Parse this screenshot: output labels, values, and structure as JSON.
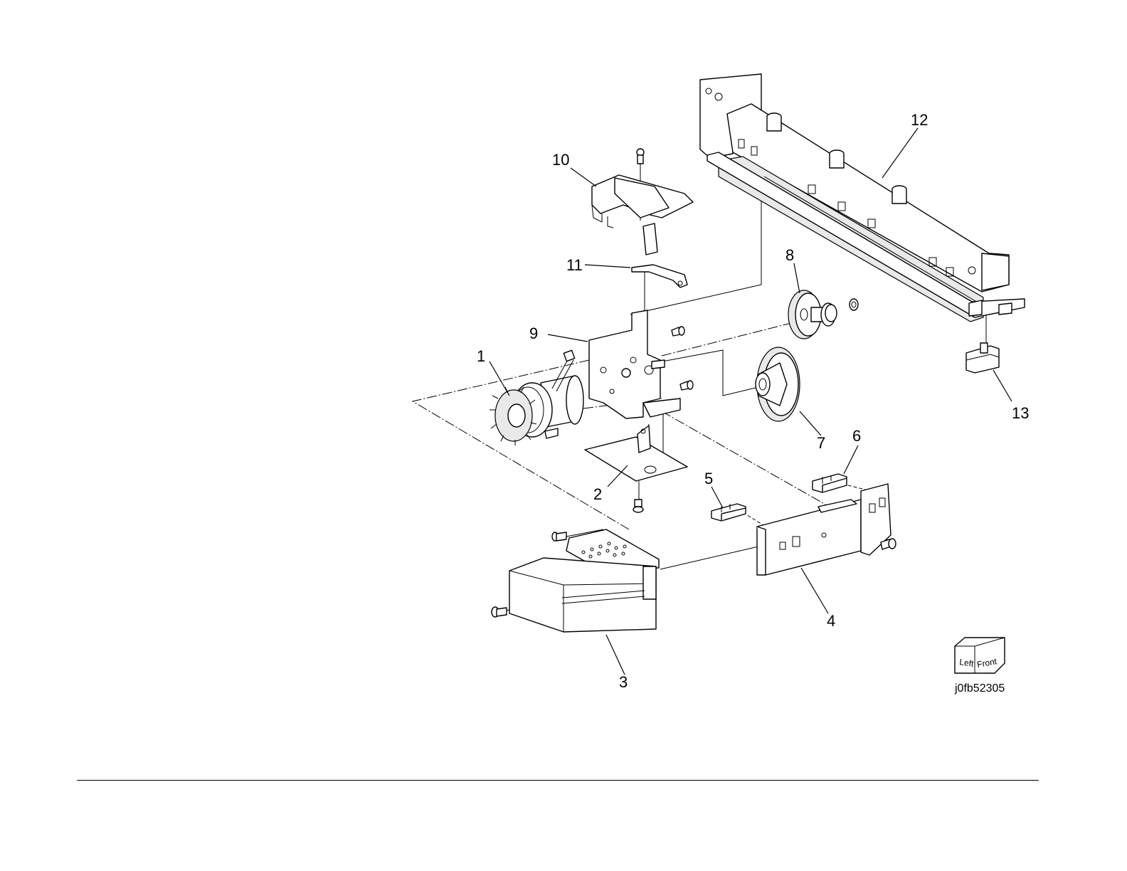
{
  "figure": {
    "id": "j0fb52305",
    "orientation": {
      "left_label": "Left",
      "front_label": "Front"
    }
  },
  "callouts": [
    {
      "key": "1",
      "label": "1"
    },
    {
      "key": "2",
      "label": "2"
    },
    {
      "key": "3",
      "label": "3"
    },
    {
      "key": "4",
      "label": "4"
    },
    {
      "key": "5",
      "label": "5"
    },
    {
      "key": "6",
      "label": "6"
    },
    {
      "key": "7",
      "label": "7"
    },
    {
      "key": "8",
      "label": "8"
    },
    {
      "key": "9",
      "label": "9"
    },
    {
      "key": "10",
      "label": "10"
    },
    {
      "key": "11",
      "label": "11"
    },
    {
      "key": "12",
      "label": "12"
    },
    {
      "key": "13",
      "label": "13"
    }
  ]
}
